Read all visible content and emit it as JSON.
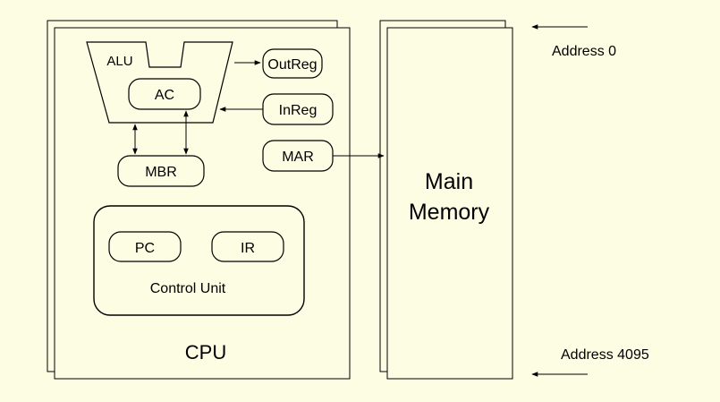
{
  "colors": {
    "background": "#fdfde3",
    "panel_fill": "#fdfde3",
    "stroke": "#000000"
  },
  "cpu": {
    "label": "CPU",
    "alu": {
      "label": "ALU"
    },
    "registers": {
      "ac": "AC",
      "outreg": "OutReg",
      "inreg": "InReg",
      "mar": "MAR",
      "mbr": "MBR",
      "pc": "PC",
      "ir": "IR"
    },
    "control_unit": {
      "label": "Control Unit"
    }
  },
  "memory": {
    "label_line1": "Main",
    "label_line2": "Memory",
    "address_top": "Address 0",
    "address_bottom": "Address 4095"
  }
}
